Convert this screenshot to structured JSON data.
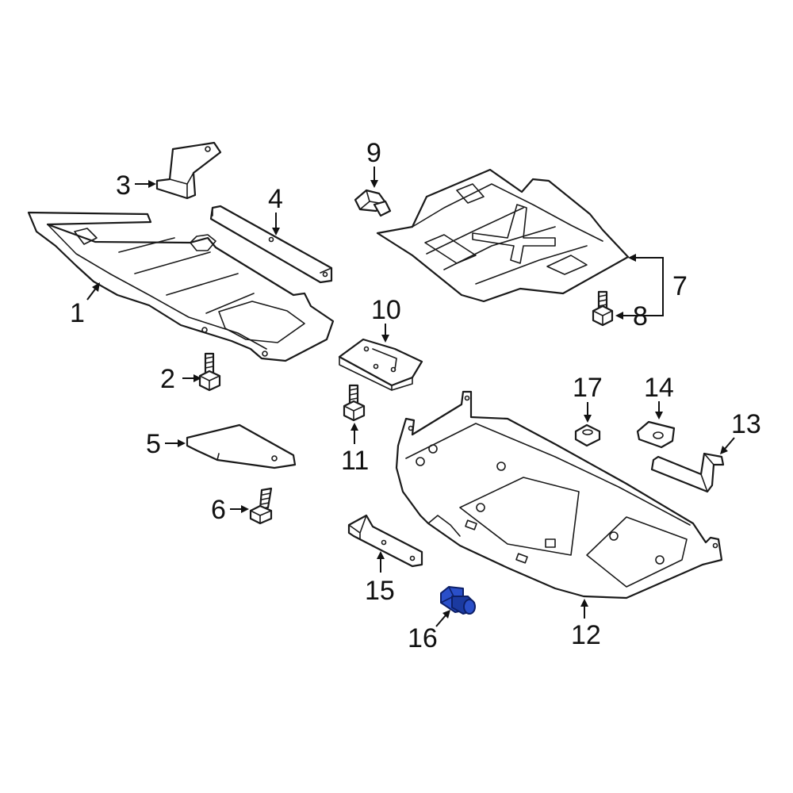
{
  "callouts": {
    "c1": "1",
    "c2": "2",
    "c3": "3",
    "c4": "4",
    "c5": "5",
    "c6": "6",
    "c7": "7",
    "c8": "8",
    "c9": "9",
    "c10": "10",
    "c11": "11",
    "c12": "12",
    "c13": "13",
    "c14": "14",
    "c15": "15",
    "c16": "16",
    "c17": "17"
  },
  "colors": {
    "highlight": "#2a4fc9",
    "line": "#1a1a1a",
    "background": "#ffffff"
  }
}
